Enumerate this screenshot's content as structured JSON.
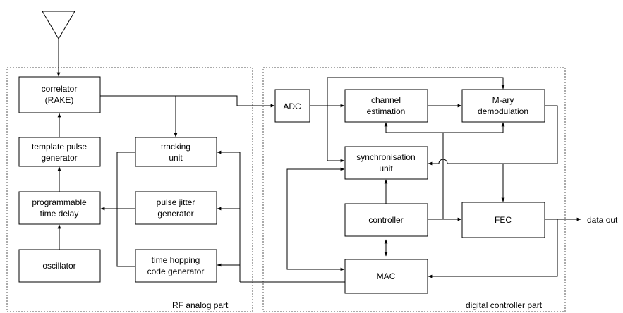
{
  "groups": {
    "rf": {
      "label": "RF analog part"
    },
    "digital": {
      "label": "digital controller part"
    }
  },
  "blocks": {
    "correlator": {
      "line1": "correlator",
      "line2": "(RAKE)"
    },
    "template_pulse": {
      "line1": "template pulse",
      "line2": "generator"
    },
    "prog_delay": {
      "line1": "programmable",
      "line2": "time delay"
    },
    "oscillator": {
      "line1": "oscillator"
    },
    "tracking": {
      "line1": "tracking",
      "line2": "unit"
    },
    "pulse_jitter": {
      "line1": "pulse jitter",
      "line2": "generator"
    },
    "time_hopping": {
      "line1": "time hopping",
      "line2": "code generator"
    },
    "adc": {
      "line1": "ADC"
    },
    "channel_est": {
      "line1": "channel",
      "line2": "estimation"
    },
    "mary_demod": {
      "line1": "M-ary",
      "line2": "demodulation"
    },
    "sync_unit": {
      "line1": "synchronisation",
      "line2": "unit"
    },
    "controller": {
      "line1": "controller"
    },
    "fec": {
      "line1": "FEC"
    },
    "mac": {
      "line1": "MAC"
    }
  },
  "output": {
    "label": "data out"
  }
}
